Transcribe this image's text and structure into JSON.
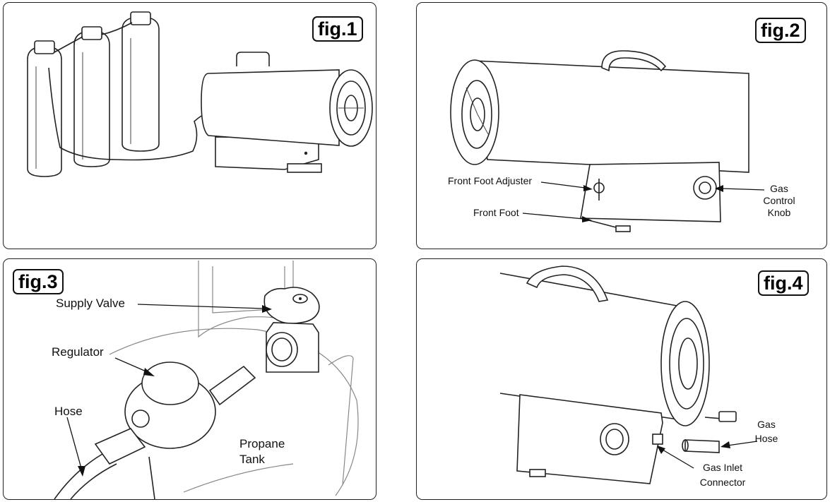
{
  "figures": {
    "fig1": {
      "badge": "fig.1"
    },
    "fig2": {
      "badge": "fig.2",
      "labels": {
        "front_foot_adjuster": "Front Foot Adjuster",
        "front_foot": "Front Foot",
        "gas_control_knob": "Gas Control Knob"
      }
    },
    "fig3": {
      "badge": "fig.3",
      "labels": {
        "supply_valve": "Supply Valve",
        "regulator": "Regulator",
        "hose": "Hose",
        "propane_tank_line1": "Propane",
        "propane_tank_line2": "Tank"
      }
    },
    "fig4": {
      "badge": "fig.4",
      "labels": {
        "gas_hose_line1": "Gas",
        "gas_hose_line2": "Hose",
        "gas_inlet_line1": "Gas Inlet",
        "gas_inlet_line2": "Connector"
      }
    }
  }
}
